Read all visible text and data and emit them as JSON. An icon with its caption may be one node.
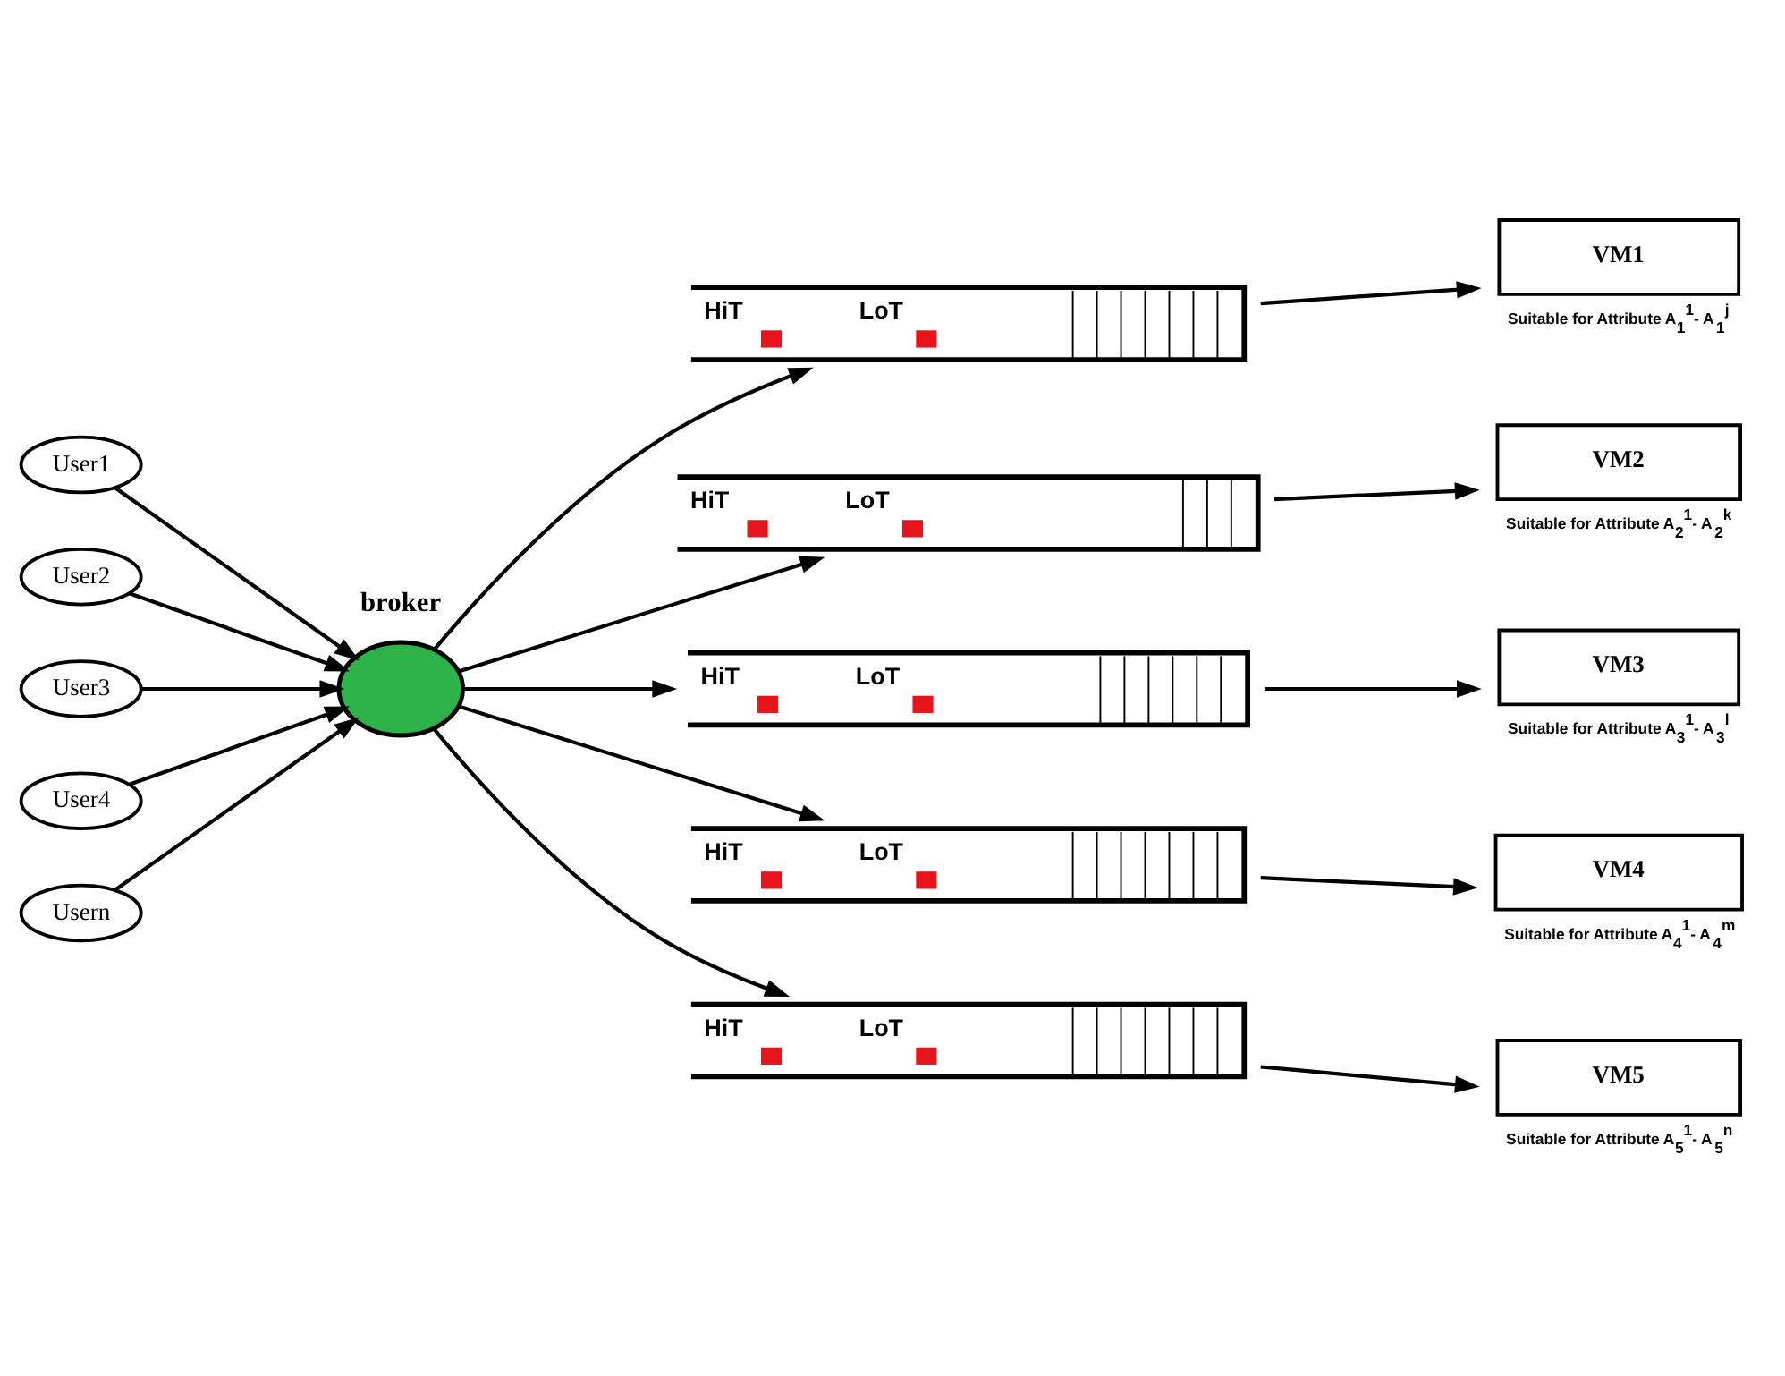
{
  "diagram": {
    "nodes": [
      {
        "text": [
          "User1"
        ]
      },
      {
        "text": [
          "User2"
        ]
      },
      {
        "text": [
          "User3"
        ]
      },
      {
        "text": [
          "User4"
        ]
      },
      {
        "text": [
          "Usern"
        ]
      },
      {
        "text": [],
        "shape": "ellipse",
        "beside": [
          "broker"
        ]
      },
      {
        "text": [
          "HiT",
          "LoT"
        ]
      },
      {
        "text": [
          "HiT",
          "LoT"
        ]
      },
      {
        "text": [
          "HiT",
          "LoT"
        ]
      },
      {
        "text": [
          "HiT",
          "LoT"
        ]
      },
      {
        "text": [
          "HiT",
          "LoT"
        ]
      },
      {
        "text": [
          "VM1"
        ],
        "beside": [
          "Suitable for Attribute A$_{1}$$^{1}$- A$_{1}$$^{j}$"
        ]
      },
      {
        "text": [
          "VM2"
        ],
        "beside": [
          "Suitable for Attribute A$_{2}$$^{1}$- A$_{2}$$^{k}$"
        ]
      },
      {
        "text": [
          "VM3"
        ],
        "beside": [
          "Suitable for Attribute A$_{3}$$^{1}$- A$_{3}$$^{l}$"
        ]
      },
      {
        "text": [
          "VM4"
        ],
        "beside": [
          "Suitable for Attribute A$_{4}$$^{1}$- A$_{4}$$^{m}$"
        ]
      },
      {
        "text": [
          "VM5"
        ],
        "beside": [
          "Suitable for Attribute A$_{5}$$^{1}$- A$_{5}$$^{n}$"
        ]
      }
    ],
    "edges": [
      {
        "from": 0,
        "to": 5,
        "arrow": "to"
      },
      {
        "from": 1,
        "to": 5,
        "arrow": "to"
      },
      {
        "from": 2,
        "to": 5,
        "arrow": "to"
      },
      {
        "from": 3,
        "to": 5,
        "arrow": "to"
      },
      {
        "from": 4,
        "to": 5,
        "arrow": "to"
      },
      {
        "from": 5,
        "to": 6,
        "arrow": "to"
      },
      {
        "from": 5,
        "to": 7,
        "arrow": "to"
      },
      {
        "from": 5,
        "to": 8,
        "arrow": "to"
      },
      {
        "from": 5,
        "to": 9,
        "arrow": "to"
      },
      {
        "from": 5,
        "to": 10,
        "arrow": "to"
      },
      {
        "from": 6,
        "to": 11,
        "arrow": "to"
      },
      {
        "from": 7,
        "to": 12,
        "arrow": "to"
      },
      {
        "from": 8,
        "to": 13,
        "arrow": "to"
      },
      {
        "from": 9,
        "to": 14,
        "arrow": "to"
      },
      {
        "from": 10,
        "to": 15,
        "arrow": "to"
      }
    ]
  }
}
